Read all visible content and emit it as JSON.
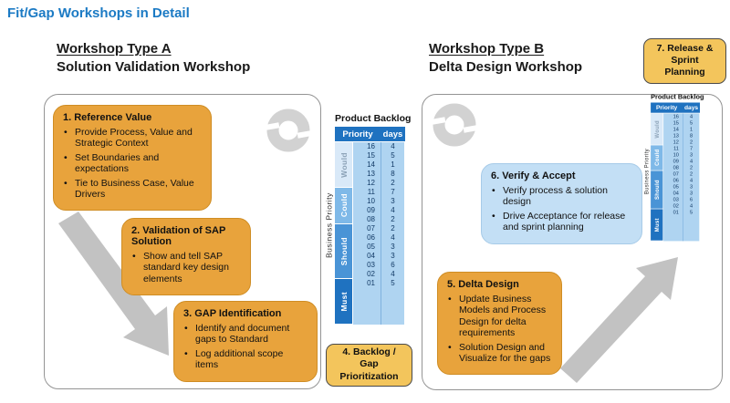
{
  "slide_title": "Fit/Gap Workshops in Detail",
  "sections": {
    "a": {
      "line1": "Workshop Type A",
      "line2": "Solution Validation Workshop"
    },
    "b": {
      "line1": "Workshop Type B",
      "line2": "Delta Design Workshop"
    }
  },
  "steps": {
    "s1": {
      "title": "1. Reference Value",
      "bullets": [
        "Provide Process, Value and Strategic Context",
        "Set Boundaries and expectations",
        "Tie to Business Case, Value Drivers"
      ]
    },
    "s2": {
      "title": "2. Validation of SAP Solution",
      "bullets": [
        "Show and tell SAP standard key design elements"
      ]
    },
    "s3": {
      "title": "3. GAP Identification",
      "bullets": [
        "Identify and document gaps to Standard",
        "Log additional scope items"
      ]
    },
    "s4": {
      "lines": [
        "4. Backlog /",
        "Gap",
        "Prioritization"
      ]
    },
    "s5": {
      "title": "5. Delta Design",
      "bullets": [
        "Update Business Models and Process Design for delta requirements",
        "Solution Design and Visualize for the gaps"
      ]
    },
    "s6": {
      "title": "6. Verify & Accept",
      "bullets": [
        "Verify process & solution design",
        "Drive Acceptance for release and sprint planning"
      ]
    },
    "s7": {
      "lines": [
        "7. Release &",
        "Sprint",
        "Planning"
      ]
    }
  },
  "backlog": {
    "title": "Product Backlog",
    "axis_label": "Business Priority",
    "columns": [
      "Priority",
      "days"
    ],
    "bands": [
      {
        "label": "Would",
        "rows": 5
      },
      {
        "label": "Could",
        "rows": 4
      },
      {
        "label": "Should",
        "rows": 6
      },
      {
        "label": "Must",
        "rows": 5
      }
    ],
    "items": [
      {
        "priority": "16",
        "days": "4"
      },
      {
        "priority": "15",
        "days": "5"
      },
      {
        "priority": "14",
        "days": "1"
      },
      {
        "priority": "13",
        "days": "8"
      },
      {
        "priority": "12",
        "days": "2"
      },
      {
        "priority": "11",
        "days": "7"
      },
      {
        "priority": "10",
        "days": "3"
      },
      {
        "priority": "09",
        "days": "4"
      },
      {
        "priority": "08",
        "days": "2"
      },
      {
        "priority": "07",
        "days": "2"
      },
      {
        "priority": "06",
        "days": "4"
      },
      {
        "priority": "05",
        "days": "3"
      },
      {
        "priority": "04",
        "days": "3"
      },
      {
        "priority": "03",
        "days": "6"
      },
      {
        "priority": "02",
        "days": "4"
      },
      {
        "priority": "01",
        "days": "5"
      }
    ]
  },
  "colors": {
    "title_blue": "#1b7ac4",
    "step_orange": "#e8a33c",
    "step_light_orange": "#f3c55c",
    "step_light_blue": "#c3dff5",
    "table_header_blue": "#1f72c0",
    "band_would": "#d9e9f8",
    "band_could": "#7fb9e8",
    "band_should": "#4a94d6",
    "band_must": "#1f72c0",
    "table_cell_blue": "#afd4f1",
    "arrow_gray": "#c2c2c2"
  },
  "icons": {
    "cycle": "cycle-icon",
    "arrow_down_right": "process-arrow-down-right-icon",
    "arrow_up_right": "process-arrow-up-right-icon"
  }
}
